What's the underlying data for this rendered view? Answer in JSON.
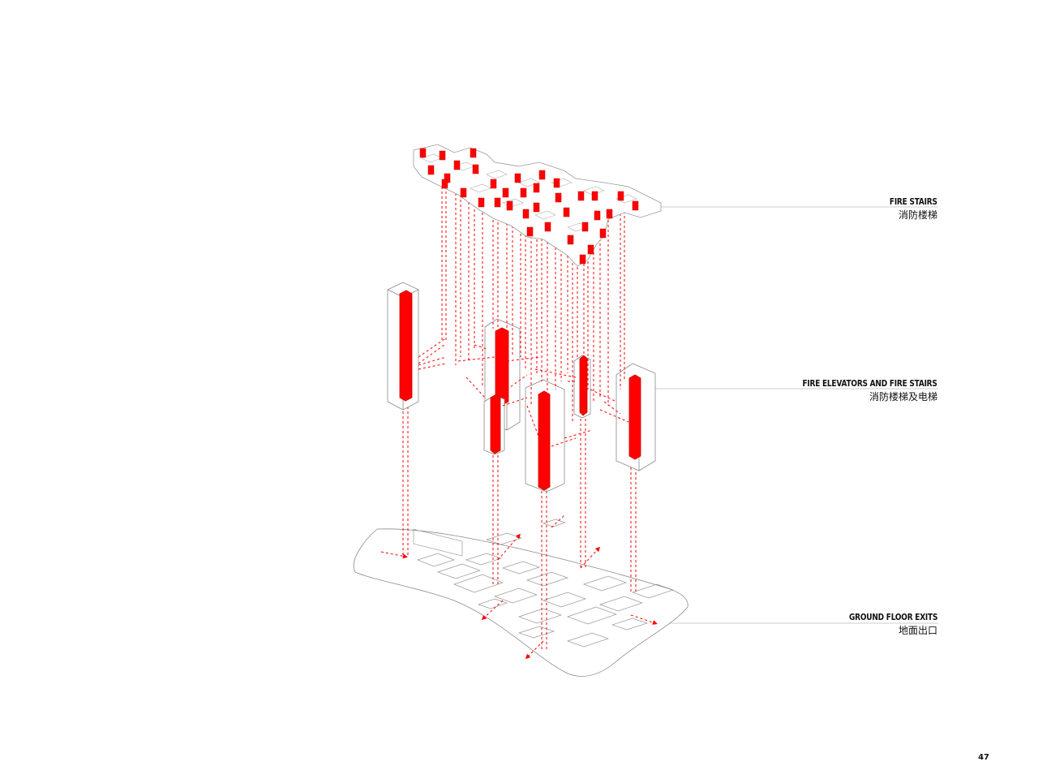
{
  "colors": {
    "accent": "#ff0000",
    "linework": "#8a8a8a",
    "leader": "#bbbbbb",
    "text": "#111111"
  },
  "labels": {
    "fire_stairs": {
      "en": "FIRE STAIRS",
      "zh": "消防楼梯"
    },
    "fire_elevators": {
      "en": "FIRE ELEVATORS AND FIRE STAIRS",
      "zh": "消防楼梯及电梯"
    },
    "ground_exits": {
      "en": "GROUND FLOOR EXITS",
      "zh": "地面出口"
    }
  },
  "page_number": "47"
}
